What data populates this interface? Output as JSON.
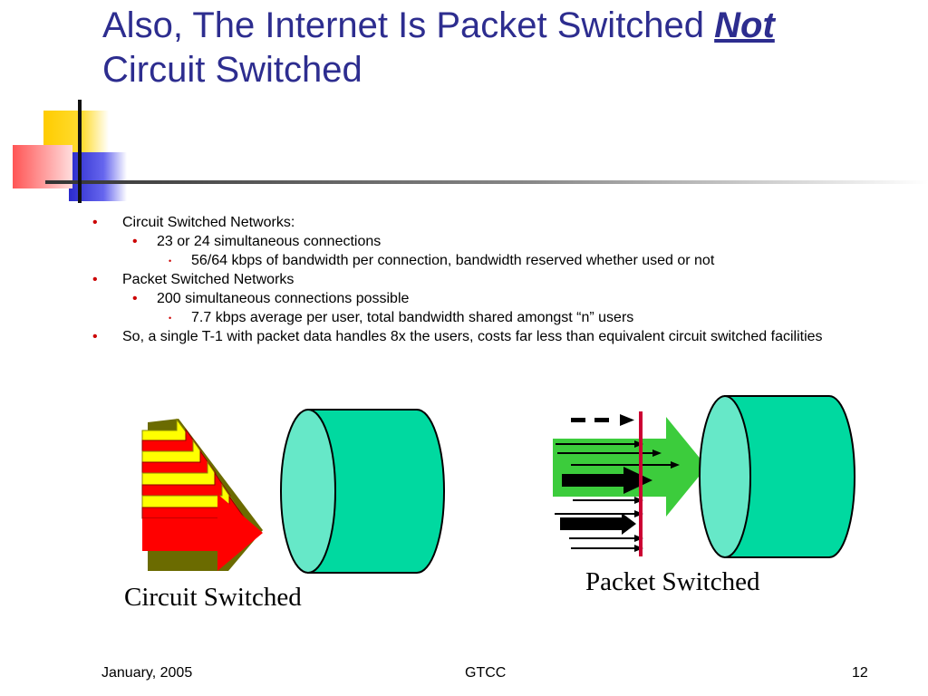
{
  "title": {
    "part1": "Also, The Internet Is Packet Switched ",
    "emphasis": "Not",
    "part2": "Circuit Switched"
  },
  "bullets": [
    {
      "level": 1,
      "text": "Circuit Switched Networks:"
    },
    {
      "level": 2,
      "text": " 23 or 24 simultaneous connections"
    },
    {
      "level": 3,
      "text": "56/64 kbps of bandwidth per connection, bandwidth reserved whether used or not"
    },
    {
      "level": 1,
      "text": "Packet Switched Networks"
    },
    {
      "level": 2,
      "text": "200 simultaneous connections possible"
    },
    {
      "level": 3,
      "text": "7.7 kbps average per user, total bandwidth shared amongst “n” users"
    },
    {
      "level": 1,
      "text": "So, a single T-1 with packet data handles 8x the users, costs far less than equivalent circuit switched facilities"
    }
  ],
  "bullet_glyph": "•",
  "captions": {
    "circuit": "Circuit Switched",
    "packet": "Packet Switched"
  },
  "footer": {
    "date": "January, 2005",
    "org": "GTCC",
    "page": "12"
  },
  "colors": {
    "title": "#2d2d8f",
    "bullet": "#cc0000",
    "cylinder_front": "#66e8c8",
    "cylinder_body": "#00d9a0",
    "packet_arrow": "#3ccc3c",
    "circuit_red": "#ff0000",
    "circuit_yellow": "#ffff00",
    "barrier": "#cc0033"
  },
  "icons": [
    "corner-decoration",
    "circuit-arrows-icon",
    "packet-arrows-icon",
    "cylinder-icon"
  ]
}
